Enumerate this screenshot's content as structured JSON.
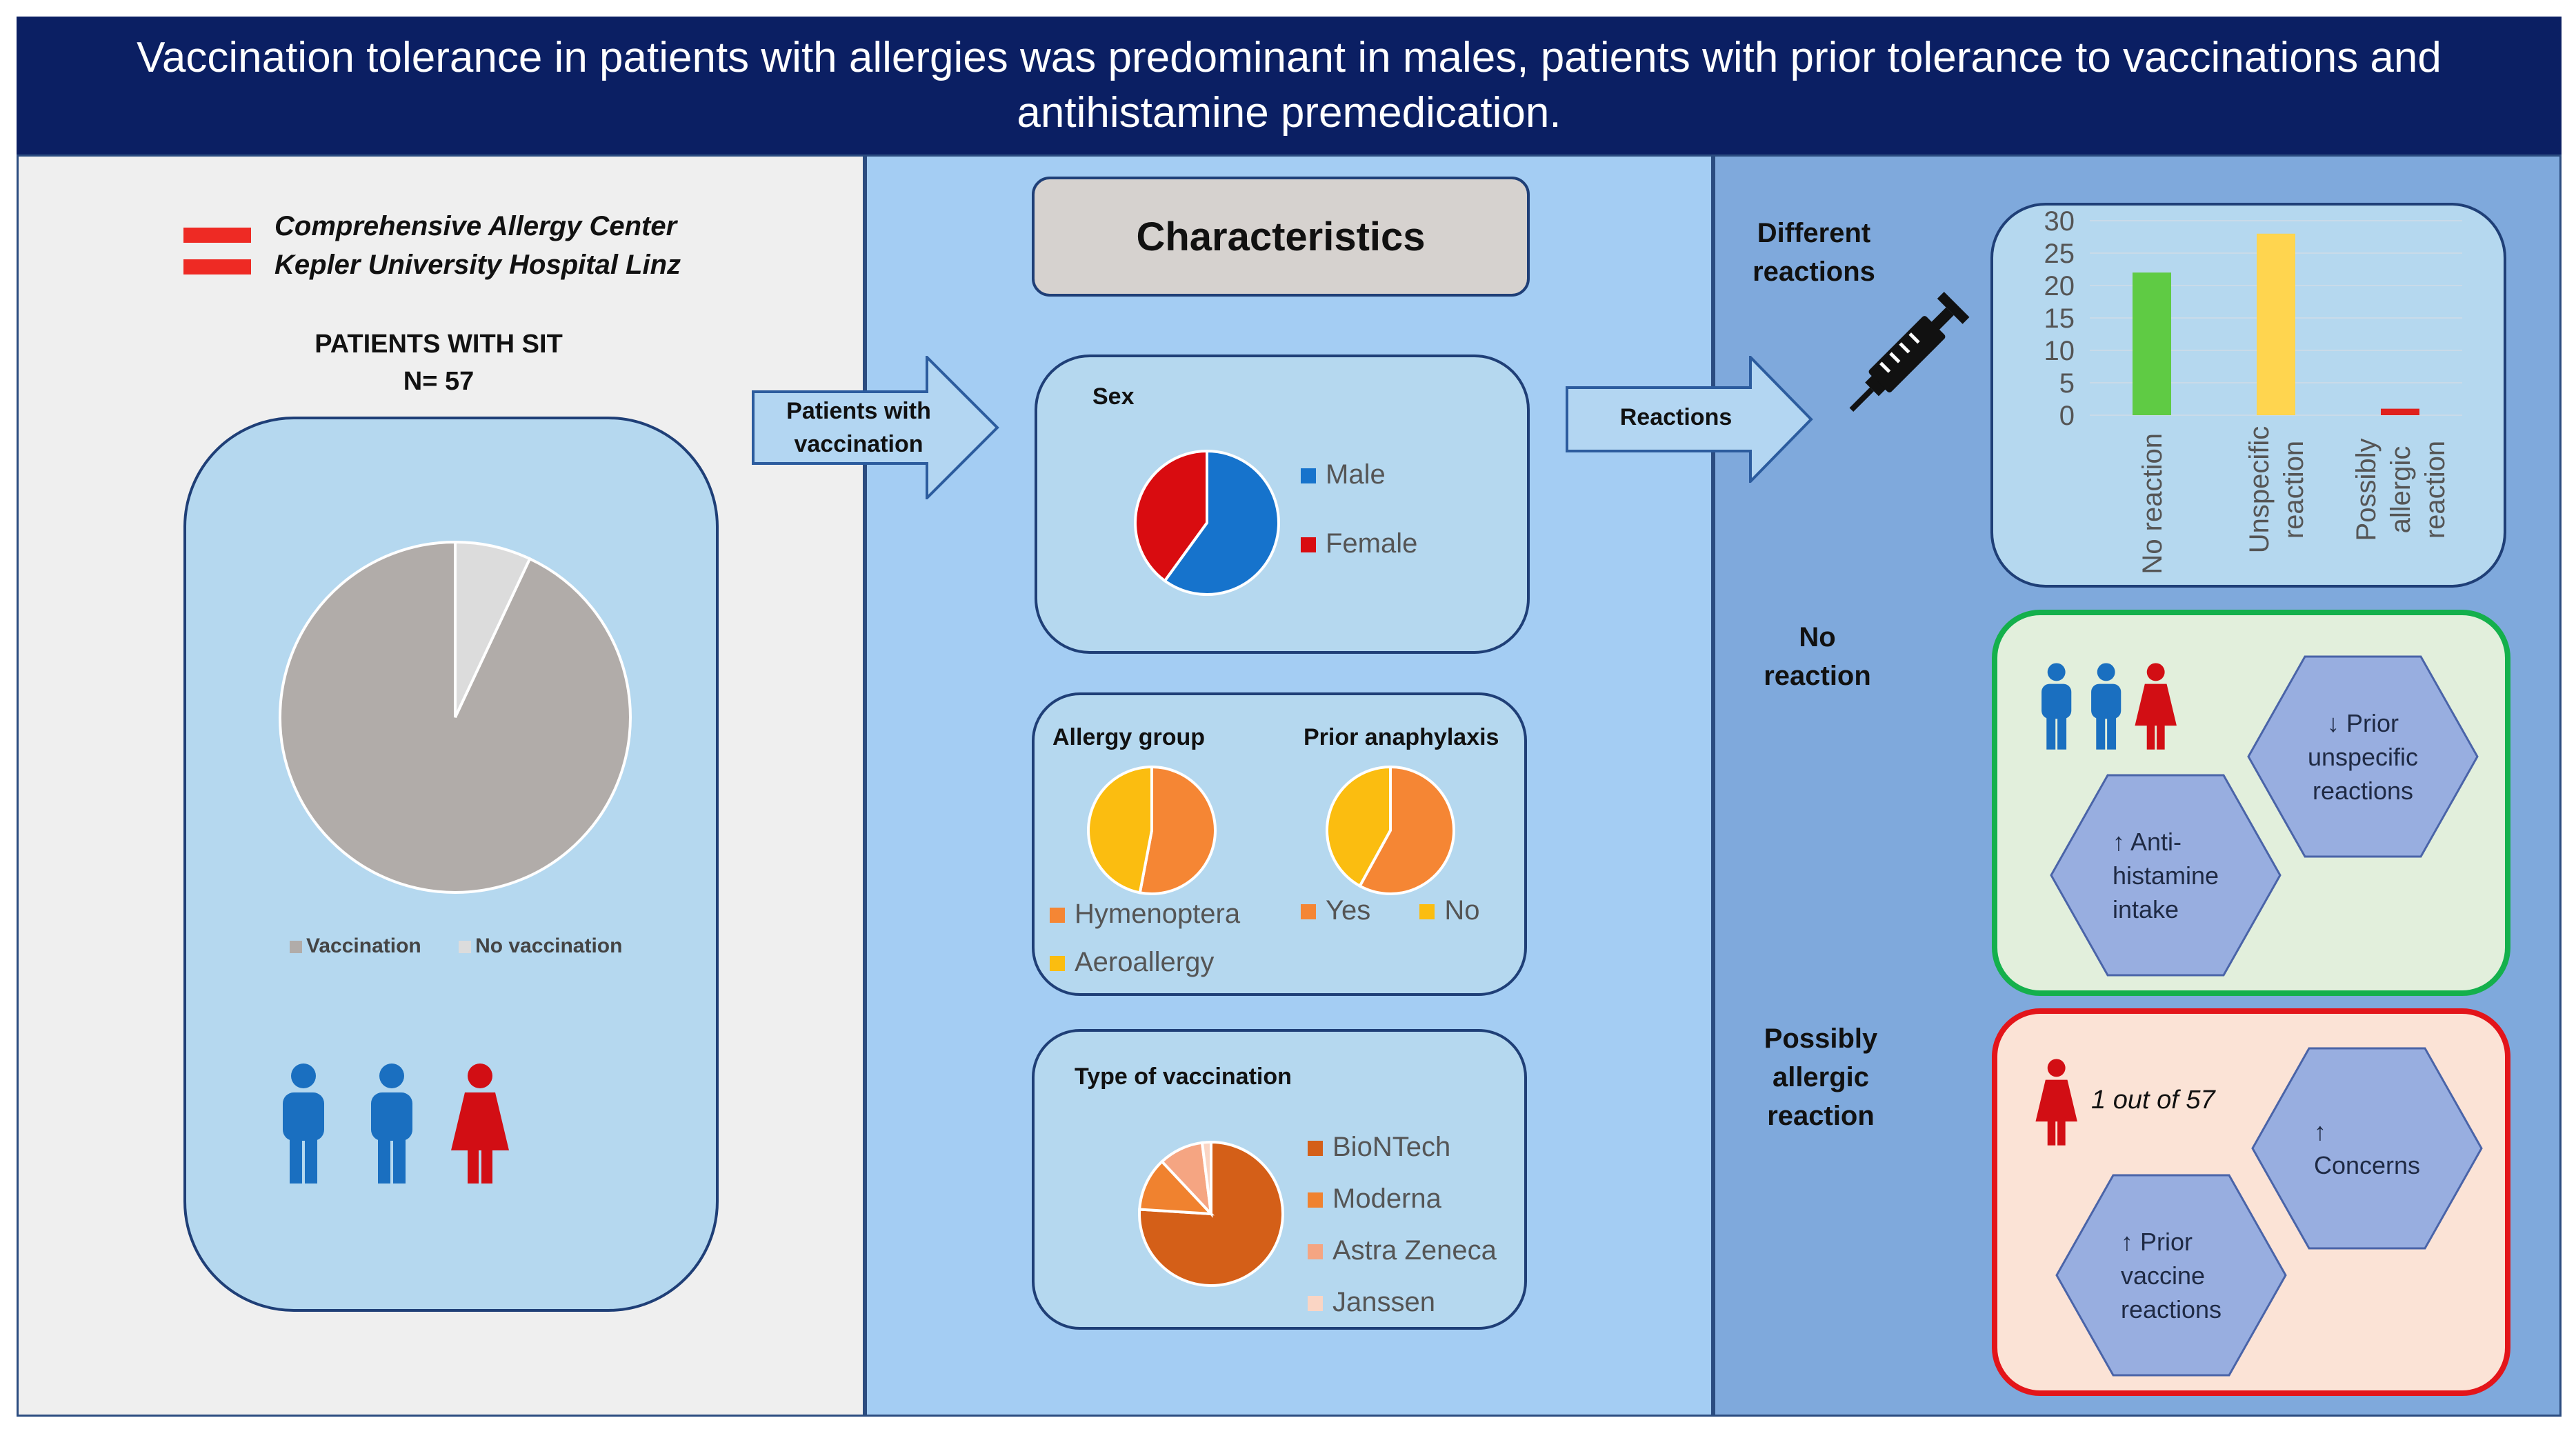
{
  "header": {
    "title": "Vaccination tolerance in patients with allergies was predominant in males, patients with prior tolerance to vaccinations and antihistamine premedication."
  },
  "left": {
    "org_line1": "Comprehensive Allergy Center",
    "org_line2": "Kepler University Hospital Linz",
    "patients_title": "PATIENTS WITH SIT",
    "patients_n": "N= 57",
    "pie": {
      "slices": [
        {
          "label": "Vaccination",
          "value": 0.93,
          "color": "#b1aca9"
        },
        {
          "label": "No vaccination",
          "value": 0.07,
          "color": "#dcdcdc"
        }
      ]
    }
  },
  "arrows": {
    "patients_with_vaccination_l1": "Patients with",
    "patients_with_vaccination_l2": "vaccination",
    "reactions": "Reactions"
  },
  "middle": {
    "characteristics": "Characteristics",
    "sex": {
      "title": "Sex",
      "slices": [
        {
          "label": "Male",
          "value": 0.6,
          "color": "#1673cc"
        },
        {
          "label": "Female",
          "value": 0.4,
          "color": "#d90c10"
        }
      ]
    },
    "allergy_group": {
      "title": "Allergy group",
      "slices": [
        {
          "label": "Hymenoptera",
          "value": 0.53,
          "color": "#f58634"
        },
        {
          "label": "Aeroallergy",
          "value": 0.47,
          "color": "#fbbd10"
        }
      ]
    },
    "prior_anaphylaxis": {
      "title": "Prior anaphylaxis",
      "slices": [
        {
          "label": "Yes",
          "value": 0.58,
          "color": "#f58634"
        },
        {
          "label": "No",
          "value": 0.42,
          "color": "#fbbd10"
        }
      ]
    },
    "vaccination_type": {
      "title": "Type of vaccination",
      "slices": [
        {
          "label": "BioNTech",
          "value": 0.76,
          "color": "#d45f18"
        },
        {
          "label": "Moderna",
          "value": 0.12,
          "color": "#f0822f"
        },
        {
          "label": "Astra Zeneca",
          "value": 0.1,
          "color": "#f5a582"
        },
        {
          "label": "Janssen",
          "value": 0.02,
          "color": "#fad5c4"
        }
      ]
    }
  },
  "right": {
    "different_reactions_l1": "Different",
    "different_reactions_l2": "reactions",
    "no_reaction_l1": "No",
    "no_reaction_l2": "reaction",
    "possibly_l1": "Possibly",
    "possibly_l2": "allergic",
    "possibly_l3": "reaction",
    "hex_prior_unspecific": [
      "↓ Prior",
      "unspecific",
      "reactions"
    ],
    "hex_antihistamine": [
      "↑ Anti-",
      "histamine",
      "intake"
    ],
    "one_out_of": "1 out of 57",
    "hex_concerns": [
      "↑",
      "Concerns"
    ],
    "hex_prior_vaccine": [
      "↑ Prior",
      "vaccine",
      "reactions"
    ]
  },
  "chart_data": {
    "type": "bar",
    "categories": [
      "No reaction",
      "Unspecific reaction",
      "Possibly allergic reaction"
    ],
    "category_lines": [
      [
        "No reaction"
      ],
      [
        "Unspecific",
        "reaction"
      ],
      [
        "Possibly",
        "allergic",
        "reaction"
      ]
    ],
    "values": [
      22,
      28,
      1
    ],
    "colors": [
      "#5fcb44",
      "#ffd54f",
      "#e0211d"
    ],
    "ylim": [
      0,
      30
    ],
    "yticks": [
      0,
      5,
      10,
      15,
      20,
      25,
      30
    ],
    "grid": true
  }
}
